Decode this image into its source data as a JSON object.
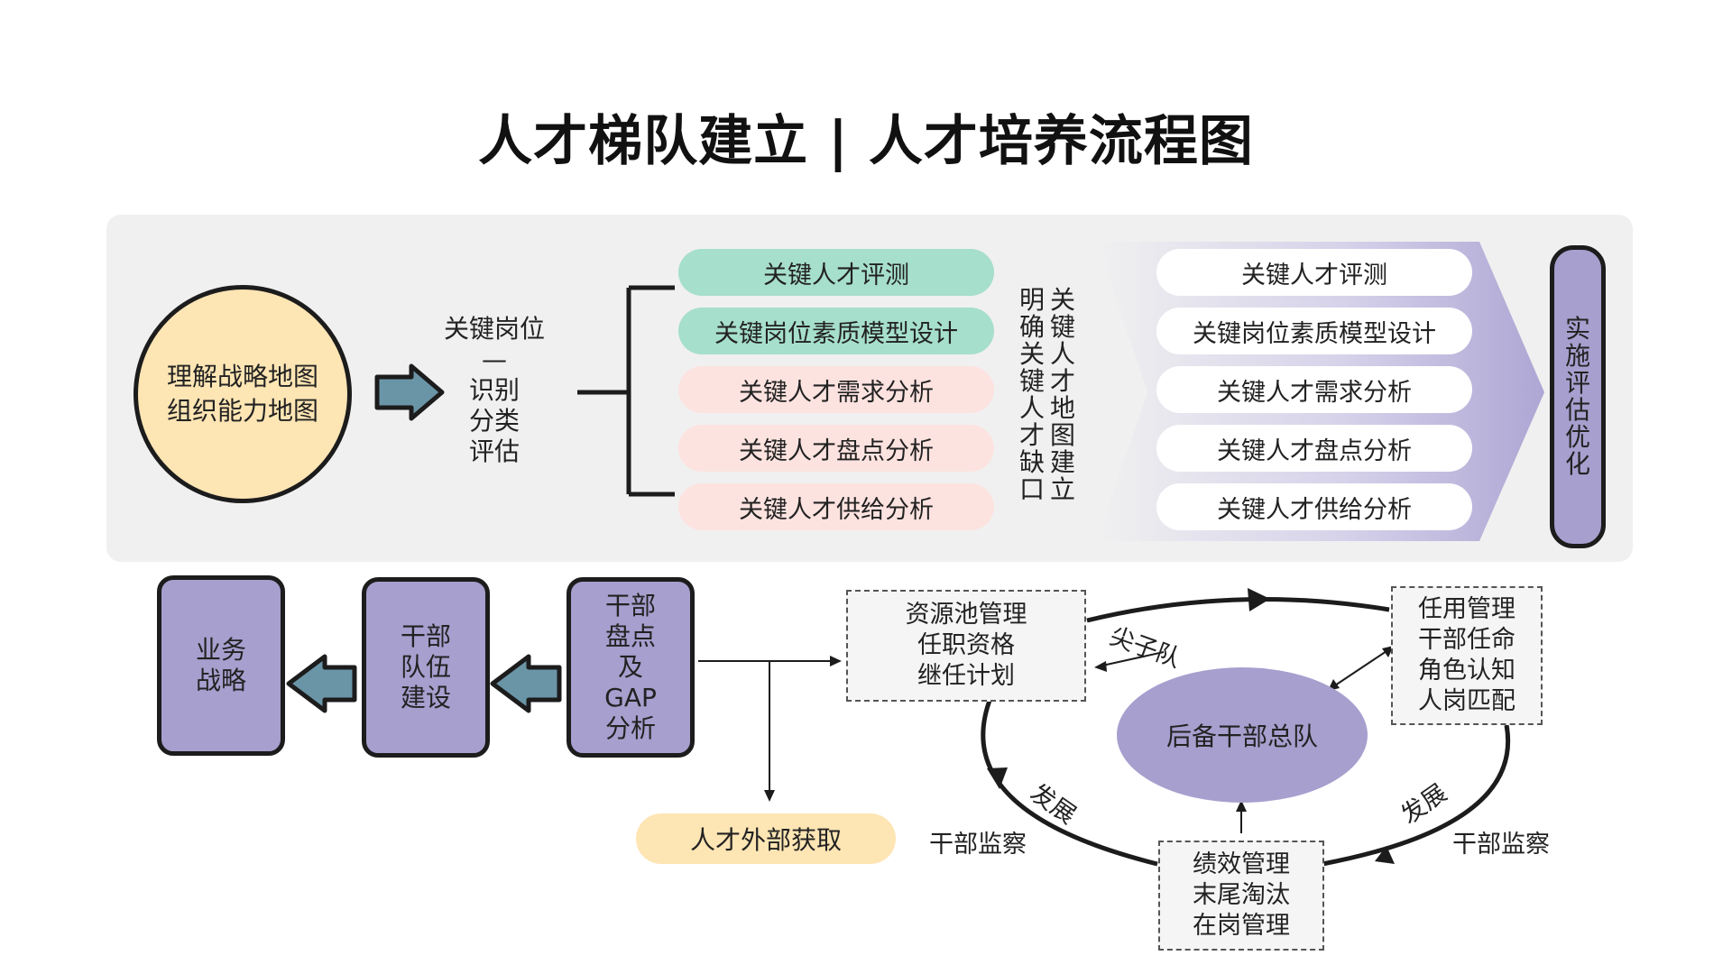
{
  "title": "人才梯队建立 | 人才培养流程图",
  "top": {
    "circle_lines": [
      "理解战略地图",
      "组织能力地图"
    ],
    "center_heading": "关键岗位",
    "center_dash": "—",
    "center_lines": [
      "识别",
      "分类",
      "评估"
    ],
    "left_items": [
      {
        "label": "关键人才评测",
        "style": "green"
      },
      {
        "label": "关键岗位素质模型设计",
        "style": "green"
      },
      {
        "label": "关键人才需求分析",
        "style": "pink"
      },
      {
        "label": "关键人才盘点分析",
        "style": "pink"
      },
      {
        "label": "关键人才供给分析",
        "style": "pink"
      }
    ],
    "vertical_col1": [
      "明",
      "确",
      "关",
      "键",
      "人",
      "才",
      "缺",
      "口"
    ],
    "vertical_col2": [
      "关",
      "键",
      "人",
      "才",
      "地",
      "图",
      "建",
      "立"
    ],
    "right_items": [
      "关键人才评测",
      "关键岗位素质模型设计",
      "关键人才需求分析",
      "关键人才盘点分析",
      "关键人才供给分析"
    ],
    "final_vertical": [
      "实",
      "施",
      "评",
      "估",
      "优",
      "化"
    ]
  },
  "bottom": {
    "box_business": [
      "业务",
      "战略"
    ],
    "box_team": [
      "干部",
      "队伍",
      "建设"
    ],
    "box_gap": [
      "干部",
      "盘点",
      "及",
      "GAP",
      "分析"
    ],
    "external": "人才外部获取",
    "pool": [
      "资源池管理",
      "任职资格",
      "继任计划"
    ],
    "appoint": [
      "任用管理",
      "干部任命",
      "角色认知",
      "人岗匹配"
    ],
    "perf": [
      "绩效管理",
      "末尾淘汰",
      "在岗管理"
    ],
    "center": "后备干部总队",
    "sharp_team": "尖子队",
    "develop_left": "发展",
    "develop_right": "发展",
    "monitor_left": "干部监察",
    "monitor_right": "干部监察"
  },
  "colors": {
    "purple": "#a79fce",
    "green": "#a6dfcb",
    "pink": "#fde3e0",
    "yellow": "#fde5b4",
    "arrow_fill": "#6a95a6"
  }
}
